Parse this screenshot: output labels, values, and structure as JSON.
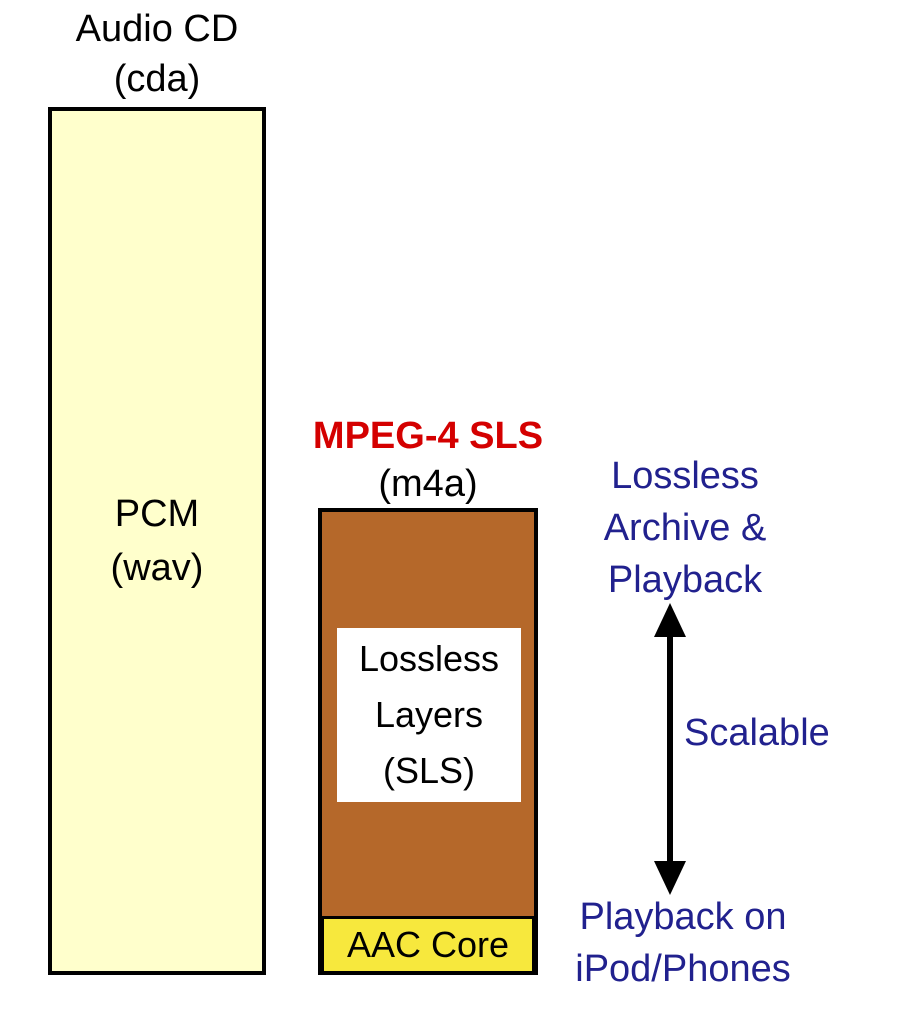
{
  "colors": {
    "background": "#ffffff",
    "black": "#000000",
    "cream_fill": "#ffffcc",
    "brown_fill": "#b5682a",
    "yellow_fill": "#f7e83d",
    "white_fill": "#ffffff",
    "red_text": "#d40000",
    "navy_text": "#21218e"
  },
  "left_column": {
    "title_line1": "Audio CD",
    "title_line2": "(cda)",
    "box_label_line1": "PCM",
    "box_label_line2": "(wav)"
  },
  "middle_column": {
    "title_line1": "MPEG-4 SLS",
    "title_line2": "(m4a)",
    "inner_box": {
      "line1": "Lossless",
      "line2": "Layers",
      "line3": "(SLS)"
    },
    "core_strip_label": "AAC Core"
  },
  "right_column": {
    "top_label_lines": [
      "Lossless",
      "Archive &",
      "Playback"
    ],
    "middle_label": "Scalable",
    "bottom_label_lines": [
      "Playback on",
      "iPod/Phones"
    ]
  }
}
